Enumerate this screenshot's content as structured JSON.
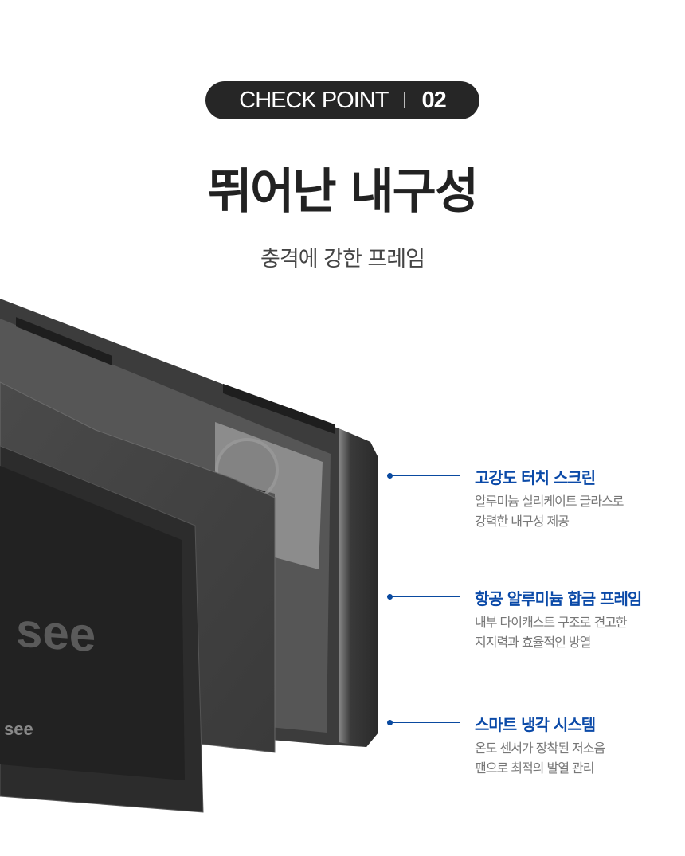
{
  "badge": {
    "label": "CHECK POINT",
    "number": "02"
  },
  "title": "뛰어난 내구성",
  "subtitle": "충격에 강한 프레임",
  "product": {
    "logo_text": "see"
  },
  "features": [
    {
      "title": "고강도 터치 스크린",
      "desc1": "알루미늄 실리케이트 글라스로",
      "desc2": "강력한 내구성 제공"
    },
    {
      "title": "항공 알루미늄 합금 프레임",
      "desc1": "내부 다이캐스트 구조로 견고한",
      "desc2": "지지력과 효율적인 방열"
    },
    {
      "title": "스마트 냉각 시스템",
      "desc1": "온도 센서가 장착된 저소음",
      "desc2": "팬으로 최적의 발열 관리"
    }
  ],
  "colors": {
    "accent": "#0b4aa8",
    "badge_bg": "#262626"
  }
}
